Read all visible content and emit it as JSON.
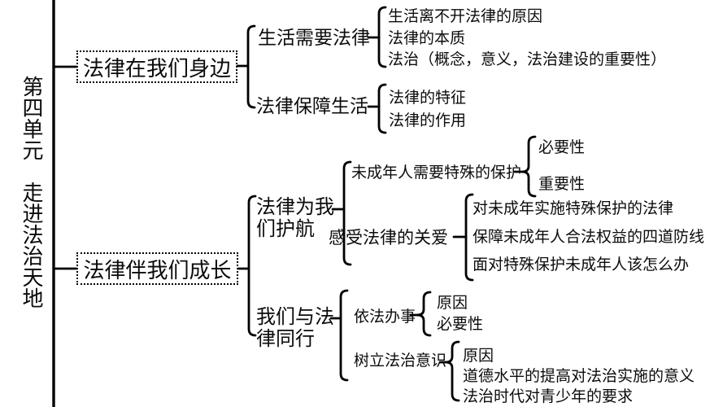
{
  "colors": {
    "ink": "#000000",
    "paper": "#ffffff"
  },
  "title": "第四单元　走进法治天地",
  "tree": {
    "branches": [
      {
        "label": "法律在我们身边",
        "children": [
          {
            "label": "生活需要法律",
            "children": [
              "生活离不开法律的原因",
              "法律的本质",
              "法治（概念，意义，法治建设的重要性）"
            ]
          },
          {
            "label": "法律保障生活",
            "children": [
              "法律的特征",
              "法律的作用"
            ]
          }
        ]
      },
      {
        "label": "法律伴我们成长",
        "children": [
          {
            "label": "法律为我们护航",
            "children": [
              {
                "label": "未成年人需要特殊的保护",
                "children": [
                  "必要性",
                  "重要性"
                ]
              },
              {
                "label": "感受法律的关爱",
                "children": [
                  "对未成年实施特殊保护的法律",
                  "保障未成年人合法权益的四道防线",
                  "面对特殊保护未成年人该怎么办"
                ]
              }
            ]
          },
          {
            "label": "我们与法律同行",
            "children": [
              {
                "label": "依法办事",
                "children": [
                  "原因",
                  "必要性"
                ]
              },
              {
                "label": "树立法治意识",
                "children": [
                  "原因",
                  "道德水平的提高对法治实施的意义",
                  "法治时代对青少年的要求"
                ]
              }
            ]
          }
        ]
      }
    ]
  }
}
